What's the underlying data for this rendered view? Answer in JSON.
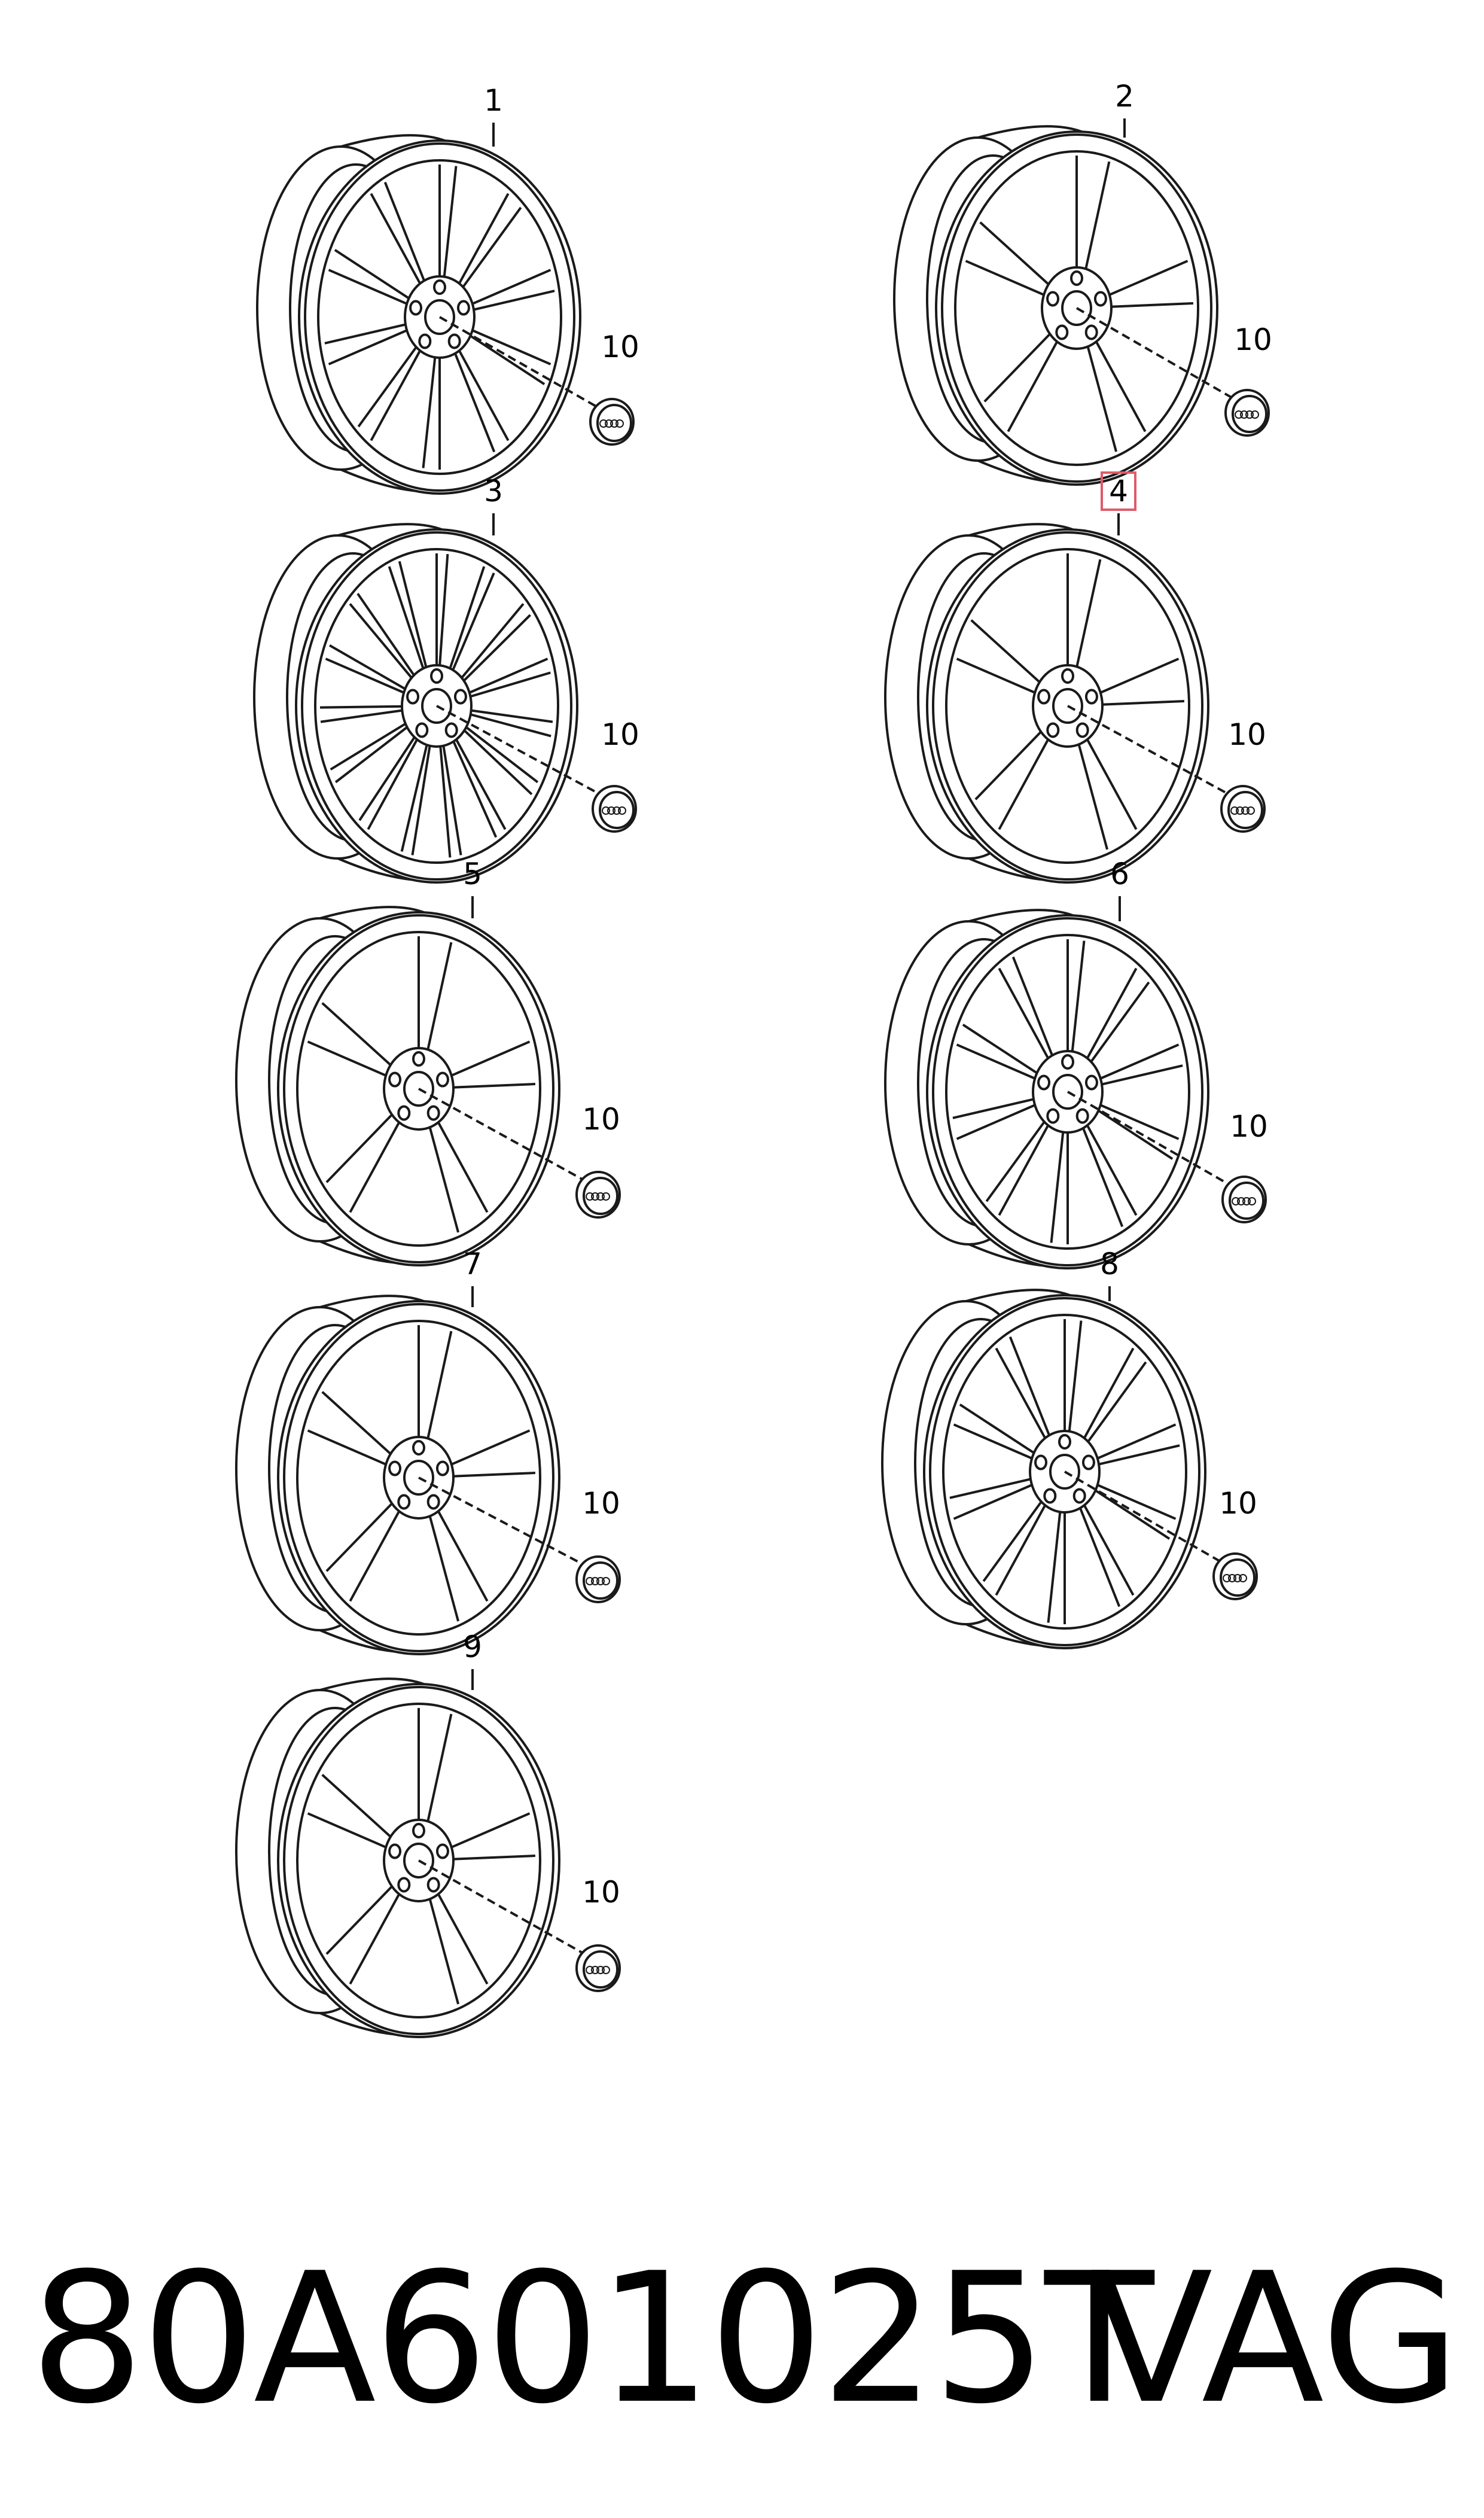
{
  "wheels": [
    {
      "callout": "1",
      "style": "double-10",
      "highlighted": false
    },
    {
      "callout": "2",
      "style": "twin-5",
      "highlighted": false
    },
    {
      "callout": "3",
      "style": "multi-15",
      "highlighted": false
    },
    {
      "callout": "4",
      "style": "split-5",
      "highlighted": true
    },
    {
      "callout": "5",
      "style": "blade-5",
      "highlighted": false
    },
    {
      "callout": "6",
      "style": "thin-10",
      "highlighted": false
    },
    {
      "callout": "7",
      "style": "rotor-5",
      "highlighted": false
    },
    {
      "callout": "8",
      "style": "star-10",
      "highlighted": false
    },
    {
      "callout": "9",
      "style": "blade-5b",
      "highlighted": false
    }
  ],
  "hub_cap": {
    "callout": "10",
    "icon": "four-rings-logo-icon"
  },
  "highlight_color": "#e05a6a",
  "caption": {
    "part_number": "80A601025T",
    "brand": "VAG"
  }
}
